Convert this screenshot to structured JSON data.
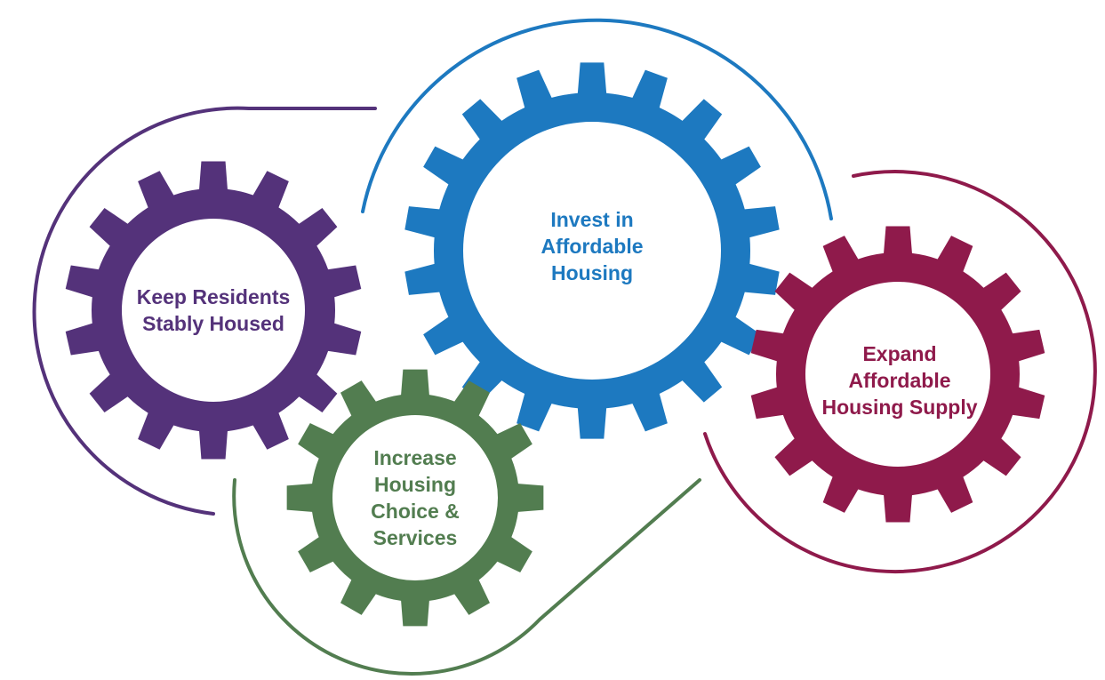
{
  "colors": {
    "purple": "#54327A",
    "blue": "#1D79C0",
    "green": "#527D50",
    "magenta": "#8F1A4B"
  },
  "gears": [
    {
      "id": "keep",
      "color": "purple",
      "lines": [
        "Keep Residents",
        "Stably Housed"
      ]
    },
    {
      "id": "invest",
      "color": "blue",
      "lines": [
        "Invest in",
        "Affordable",
        "Housing"
      ]
    },
    {
      "id": "increase",
      "color": "green",
      "lines": [
        "Increase",
        "Housing",
        "Choice &",
        "Services"
      ]
    },
    {
      "id": "expand",
      "color": "magenta",
      "lines": [
        "Expand",
        "Affordable",
        "Housing Supply"
      ]
    }
  ]
}
